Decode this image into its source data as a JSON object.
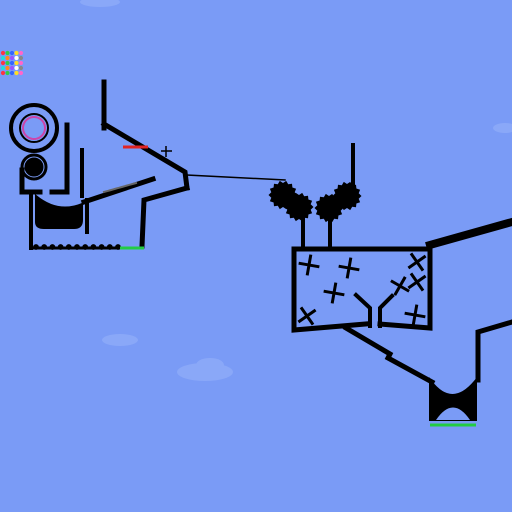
{
  "scene": {
    "background": "#7a9bf6",
    "ink": "#000000",
    "cloud_color": "#8aa8f8",
    "goal_color": "#22cc44",
    "marker_color": "#e02424",
    "marble_palette": [
      "#ff3344",
      "#33cc44",
      "#3366ff",
      "#ffdd22",
      "#ff66cc",
      "#22dddd",
      "#ff8822",
      "#9955ff",
      "#ffffff",
      "#888888"
    ]
  },
  "pieces": {
    "funnel_left": {
      "kind": "cup"
    },
    "funnel_right": {
      "kind": "cup"
    },
    "gears": {
      "count": 4
    },
    "spinners": {
      "count": 8
    },
    "goal_left": {
      "kind": "goal-pad"
    },
    "goal_right": {
      "kind": "goal-pad"
    },
    "start_marker": {
      "kind": "marker"
    }
  }
}
